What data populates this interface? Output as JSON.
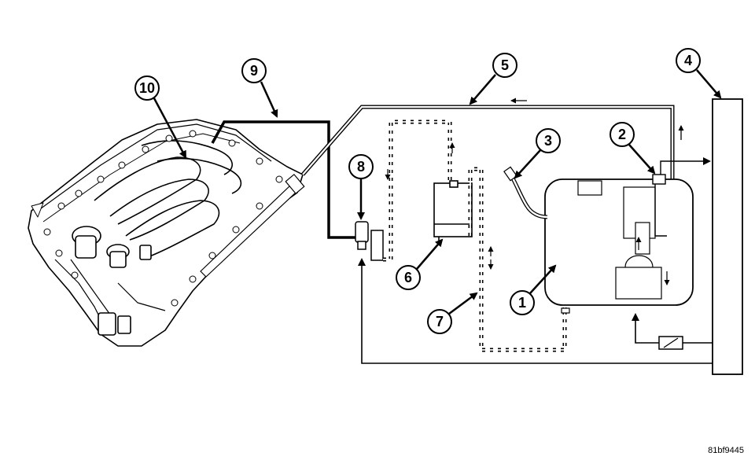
{
  "callouts": {
    "c1": "1",
    "c2": "2",
    "c3": "3",
    "c4": "4",
    "c5": "5",
    "c6": "6",
    "c7": "7",
    "c8": "8",
    "c9": "9",
    "c10": "10"
  },
  "figure_id": "81bf9445",
  "colors": {
    "line": "#000000",
    "background": "#ffffff"
  }
}
